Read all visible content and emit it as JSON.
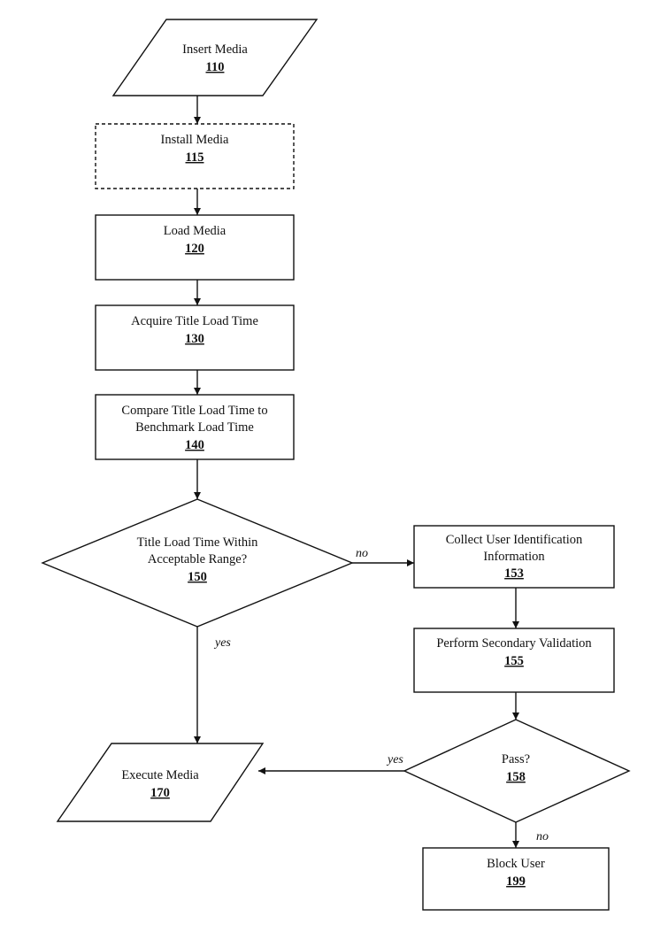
{
  "nodes": {
    "insert_media": {
      "label": "Insert Media",
      "ref": "110"
    },
    "install_media": {
      "label": "Install Media",
      "ref": "115"
    },
    "load_media": {
      "label": "Load Media",
      "ref": "120"
    },
    "acquire_title_load_time": {
      "label": "Acquire Title Load Time",
      "ref": "130"
    },
    "compare_load_time": {
      "label_line1": "Compare Title Load Time to",
      "label_line2": "Benchmark Load Time",
      "ref": "140"
    },
    "within_range": {
      "label_line1": "Title Load Time Within",
      "label_line2": "Acceptable Range?",
      "ref": "150"
    },
    "collect_user_info": {
      "label_line1": "Collect User Identification",
      "label_line2": "Information",
      "ref": "153"
    },
    "secondary_validation": {
      "label": "Perform Secondary Validation",
      "ref": "155"
    },
    "pass_check": {
      "label": "Pass?",
      "ref": "158"
    },
    "execute_media": {
      "label": "Execute Media",
      "ref": "170"
    },
    "block_user": {
      "label": "Block User",
      "ref": "199"
    }
  },
  "edges": {
    "range_no": "no",
    "range_yes": "yes",
    "pass_yes": "yes",
    "pass_no": "no"
  }
}
